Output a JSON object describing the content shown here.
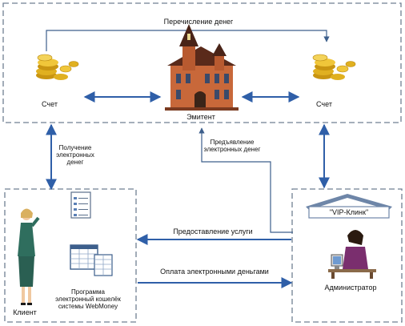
{
  "labels": {
    "transfer_money": "Перечисление денег",
    "account_left": "Счет",
    "account_right": "Счет",
    "emitter": "Эмитент",
    "receive_money_1": "Получение",
    "receive_money_2": "электронных",
    "receive_money_3": "денег",
    "present_money_1": "Предъявление",
    "present_money_2": "электронных денег",
    "vip_club": "\"VIP-Клинк\"",
    "provide_service": "Предоставление услуги",
    "pay_emoney": "Оплата электронными деньгами",
    "client": "Клиент",
    "program_1": "Программа",
    "program_2": "электронный кошелёк",
    "program_3": "системы WebMoney",
    "administrator": "Администратор"
  },
  "icons": [
    "coins-icon",
    "church-icon",
    "woman-client-icon",
    "document-icon",
    "spreadsheet-icon",
    "roof-icon",
    "admin-woman-icon"
  ],
  "colors": {
    "box_border": "#6f7f92",
    "arrow": "#2f5fa8",
    "coin": "#e0b020",
    "building": "#c8683a",
    "client_suit": "#2f6e5e"
  }
}
